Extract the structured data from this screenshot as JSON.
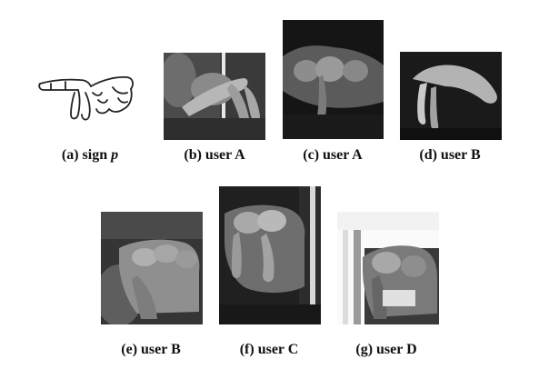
{
  "figure": {
    "panels": [
      {
        "id": "a",
        "caption_prefix": "(a) sign ",
        "caption_emph": "p"
      },
      {
        "id": "b",
        "caption": "(b) user A"
      },
      {
        "id": "c",
        "caption": "(c) user A"
      },
      {
        "id": "d",
        "caption": "(d) user B"
      },
      {
        "id": "e",
        "caption": "(e) user B"
      },
      {
        "id": "f",
        "caption": "(f) user C"
      },
      {
        "id": "g",
        "caption": "(g) user D"
      }
    ]
  }
}
